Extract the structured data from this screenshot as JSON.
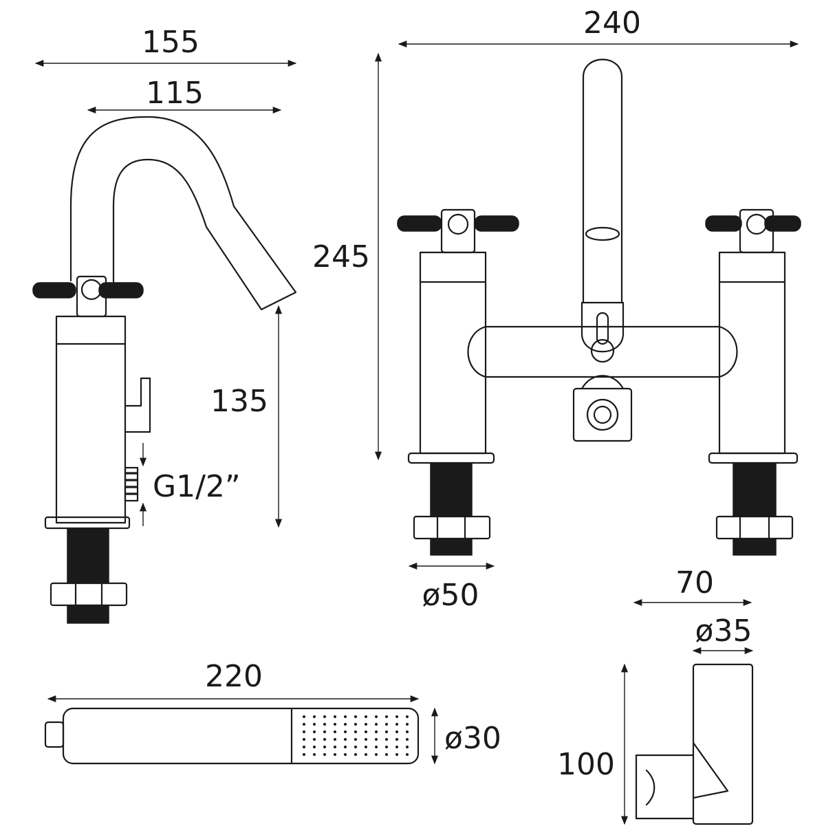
{
  "dimensions": {
    "basin_width_total": "155",
    "basin_spout_reach": "115",
    "bath_width": "240",
    "bath_height": "245",
    "basin_spout_height": "135",
    "thread_size": "G1/2”",
    "base_diameter": "ø50",
    "holder_width": "70",
    "holder_diameter": "ø35",
    "handset_length": "220",
    "handset_diameter": "ø30",
    "holder_height": "100"
  },
  "colors": {
    "line": "#1a1a1a",
    "background": "#ffffff"
  }
}
